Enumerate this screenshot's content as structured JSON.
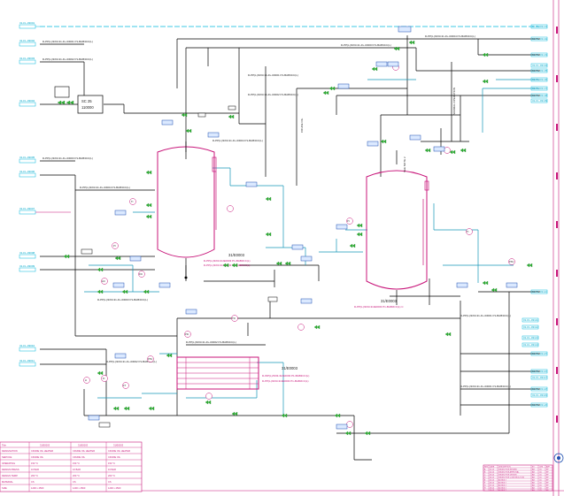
{
  "drawing": {
    "colors": {
      "process_line": "#000000",
      "utility_line": "#1596b8",
      "offpage_connector": "#00b7dd",
      "vessel": "#c8167a",
      "valve": "#2fb536",
      "instrument": "#1d4fb0",
      "titleblock": "#c8167a"
    },
    "equipment": {
      "separator_box": {
        "line1": "SC 25",
        "line2": "110000"
      },
      "column_left": {
        "tag": "31/E0003",
        "line1": "D-PP(L)/3/03-31/E0003 P1-BAB3CC(L)",
        "line2": "D-PP(L)/3/03-31/E0003 P1-BAB3CC(L)"
      },
      "column_right": {
        "tag": "31/E0003",
        "line1": "D-PP(L)/3/03-31/E0003 P1-BAB3CC(L) C"
      },
      "exchanger": {
        "tag": "31/E0003",
        "line1": "D-WP(L)/3/03-31/E0003 P1-BAB3CC(L)",
        "line2": "D-PP(L)/3/03-31/E0003 P1-BAB3CC(L)"
      }
    },
    "connectors_left": [
      "31-FL-03001",
      "31-FL-03002",
      "31-FL-03003",
      "31-FL-03004",
      "31-FL-03005",
      "31-FL-03006",
      "31-FL-03007",
      "31-FL-03008",
      "31-FL-03009",
      "31-FL-03010",
      "31-FL-03011"
    ],
    "connectors_right": [
      "31-FL-03101",
      "31-FL-03102",
      "31-FL-03103",
      "31-FL-03104",
      "31-FL-03105",
      "31-FL-03106",
      "31-FL-03107",
      "31-FL-03108",
      "31-FL-03109",
      "31-FL-03110",
      "31-FL-03111",
      "31-FL-03112",
      "31-FL-03113",
      "31-FL-03114",
      "31-FL-03115",
      "31-FL-03116",
      "31-FL-03117",
      "31-FL-03118",
      "31-FL-03119",
      "31-FL-03120"
    ],
    "line_labels": [
      "D-PP(L)/3/03-31-FL-03001 P1-BAB3CC(L)",
      "D-PP(L)/3/03-31-FL-03002 P1-BAB3CC(L)",
      "D-PP(L)/3/03-31-FL-03003 P1-BAB3CC(L)",
      "D-PP(L)/3/03-31-FL-03004 P1-BAB3CC(L)"
    ],
    "vertical_notes": [
      "CRUDE OIL",
      "NORMAL OPERATION",
      "SEE NOTE 2"
    ],
    "instrument_tags": [
      "PI",
      "TI",
      "FIC",
      "LIC",
      "PIC",
      "TIC",
      "FI",
      "LI",
      "PSV",
      "FT"
    ],
    "title_block": {
      "headers": [
        "Title",
        "31/E0003",
        "31/E0003",
        "31/E0003"
      ],
      "rows": [
        [
          "DESIGNATION",
          "CRUDE OIL HEATER",
          "CRUDE OIL HEATER",
          "CRUDE OIL HEATER"
        ],
        [
          "SERVICE",
          "CRUDE OIL",
          "CRUDE OIL",
          "CRUDE OIL"
        ],
        [
          "OPERATING",
          "150 °C",
          "150 °C",
          "150 °C"
        ],
        [
          "DESIGN PRESS.",
          "16 BAR",
          "16 BAR",
          "16 BAR"
        ],
        [
          "DESIGN TEMP.",
          "200 °C",
          "200 °C",
          "200 °C"
        ],
        [
          "MATERIAL",
          "CS",
          "CS",
          "CS"
        ],
        [
          "SIZE",
          "1200 x 4500",
          "1200 x 4500",
          "1200 x 4500"
        ]
      ]
    },
    "revision_block": {
      "rows": [
        [
          "REV",
          "DATE",
          "DESCRIPTION",
          "BY",
          "CHK",
          "APP"
        ],
        [
          "A",
          "01.03",
          "ISSUED FOR REVIEW",
          "AB",
          "CD",
          "EF"
        ],
        [
          "B",
          "02.03",
          "ISSUED FOR APPROVAL",
          "AB",
          "CD",
          "EF"
        ],
        [
          "C",
          "03.03",
          "ISSUED FOR DESIGN",
          "AB",
          "CD",
          "EF"
        ],
        [
          "D",
          "04.03",
          "ISSUED FOR CONSTRUCTION",
          "AB",
          "CD",
          "EF"
        ],
        [
          "E",
          "05.03",
          "AS BUILT",
          "AB",
          "CD",
          "EF"
        ],
        [
          "F",
          "06.03",
          "AS BUILT",
          "AB",
          "CD",
          "EF"
        ],
        [
          "G",
          "07.03",
          "AS BUILT",
          "AB",
          "CD",
          "EF"
        ],
        [
          "H",
          "08.03",
          "AS BUILT",
          "AB",
          "CD",
          "EF"
        ],
        [
          "I",
          "09.03",
          "AS BUILT",
          "AB",
          "CD",
          "EF"
        ]
      ]
    }
  }
}
